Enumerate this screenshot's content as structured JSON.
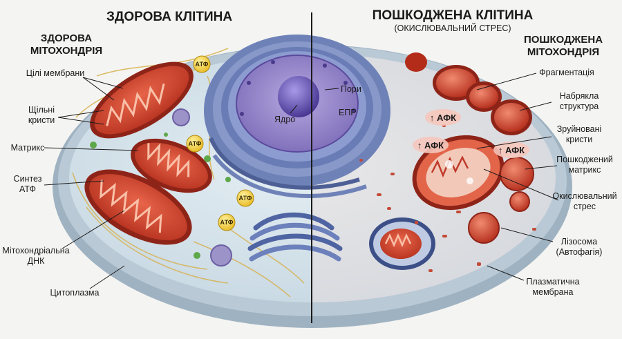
{
  "titles": {
    "healthy_cell": "ЗДОРОВА КЛІТИНА",
    "damaged_cell": "ПОШКОДЖЕНА КЛІТИНА",
    "damaged_subtitle": "(ОКИСЛЮВАЛЬНИЙ СТРЕС)",
    "healthy_mito_line1": "ЗДОРОВА",
    "healthy_mito_line2": "МІТОХОНДРІЯ",
    "damaged_mito_line1": "ПОШКОДЖЕНА",
    "damaged_mito_line2": "МІТОХОНДРІЯ"
  },
  "left_labels": {
    "intact_membranes": "Цілі мембрани",
    "dense_cristae_1": "Щільні",
    "dense_cristae_2": "кристи",
    "matrix": "Матрикс",
    "atp_synthesis_1": "Синтез",
    "atp_synthesis_2": "АТФ",
    "mito_dna_1": "Мітохондріальна",
    "mito_dna_2": "ДНК",
    "cytoplasm": "Цитоплазма"
  },
  "center_labels": {
    "pores": "Пори",
    "nucleus": "Ядро",
    "er": "ЕПР"
  },
  "right_labels": {
    "fragmentation": "Фрагментація",
    "swollen_1": "Набрякла",
    "swollen_2": "структура",
    "destroyed_1": "Зруйновані",
    "destroyed_2": "кристи",
    "damaged_matrix_1": "Пошкоджений",
    "damaged_matrix_2": "матрикс",
    "oxidative_1": "Окислювальний",
    "oxidative_2": "стрес",
    "lysosome_1": "Лізосома",
    "lysosome_2": "(Автофагія)",
    "plasma_1": "Плазматична",
    "plasma_2": "мембрана"
  },
  "badges": {
    "atp": "АТФ",
    "ros": "↑ АФК"
  },
  "colors": {
    "mito_red": "#d2402a",
    "mito_dark": "#8e2418",
    "cytoplasm": "#cfdde6",
    "membrane": "#8fa6b8",
    "nucleus": "#8f7fc4",
    "nucleolus": "#5c4aa8",
    "er_blue": "#5c6fa6",
    "atp_yellow": "#f3d23c"
  }
}
